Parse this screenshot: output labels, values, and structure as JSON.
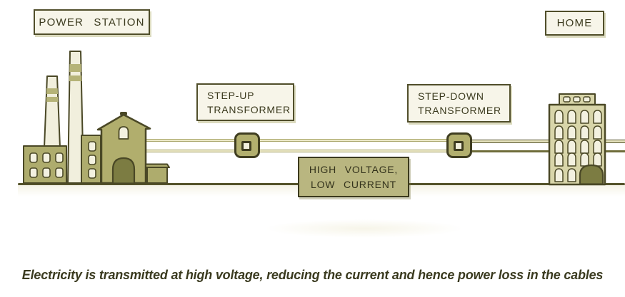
{
  "diagram": {
    "type": "electricity-transmission",
    "nodes": [
      {
        "id": "power-station",
        "label": "POWER STATION"
      },
      {
        "id": "step-up-transformer",
        "label": "STEP-UP TRANSFORMER"
      },
      {
        "id": "transmission-line",
        "label": "HIGH VOLTAGE, LOW CURRENT"
      },
      {
        "id": "step-down-transformer",
        "label": "STEP-DOWN TRANSFORMER"
      },
      {
        "id": "home",
        "label": "HOME"
      }
    ]
  },
  "labels": {
    "power_station": "POWER STATION",
    "home": "HOME",
    "step_up": {
      "line1": "STEP-UP",
      "line2": "TRANSFORMER"
    },
    "step_down": {
      "line1": "STEP-DOWN",
      "line2": "TRANSFORMER"
    },
    "hv": {
      "line1": "HIGH VOLTAGE,",
      "line2": "LOW CURRENT"
    }
  },
  "caption": "Electricity is transmitted at high voltage, reducing the current and hence power loss in the cables",
  "colors": {
    "background": "#ffffff",
    "outline": "#4a4826",
    "building_olive": "#aeac6d",
    "building_light": "#d8d5a9",
    "door_olive": "#7c7c42",
    "window_cream": "#f3f1e0",
    "label_box_bg": "#f7f5e9",
    "hv_box_bg": "#b9b680",
    "wire_light": "#ece9c9",
    "wire_dark": "#6f6d3a",
    "ground": "#55532b",
    "text": "#3b3a1e"
  }
}
